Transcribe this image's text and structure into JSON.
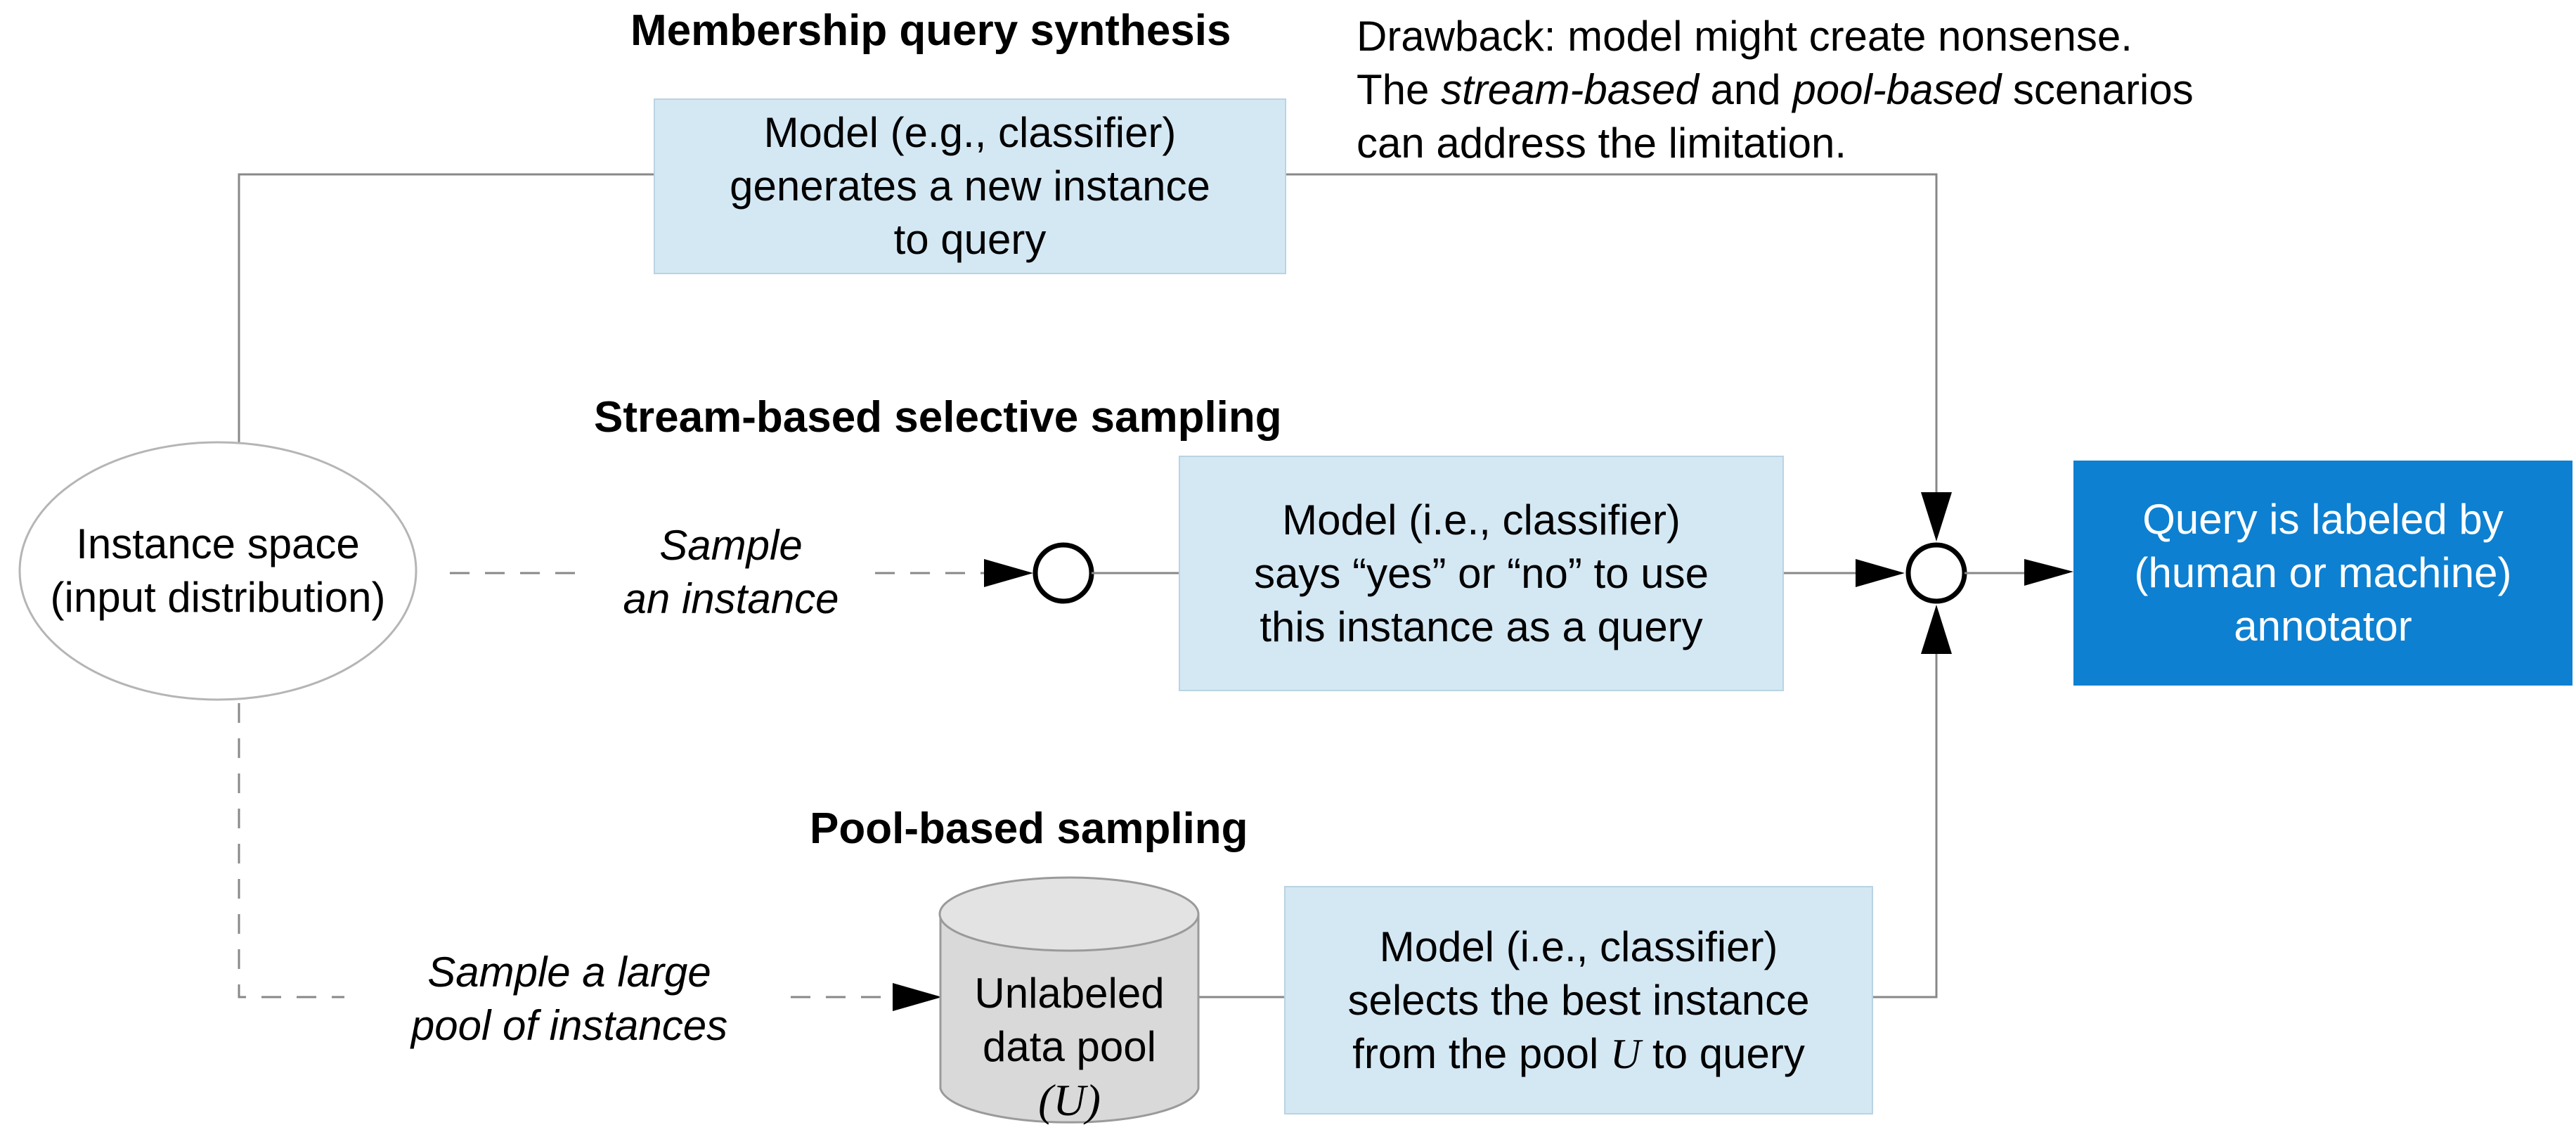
{
  "membership": {
    "heading": "Membership query synthesis",
    "box_lines": [
      "Model (e.g., classifier)",
      "generates a new instance",
      "to query"
    ]
  },
  "drawback": {
    "line1": "Drawback: model might create nonsense.",
    "line2_pre": "The ",
    "line2_em1": "stream-based",
    "line2_mid": " and ",
    "line2_em2": "pool-based",
    "line2_post": " scenarios",
    "line3": "can address the limitation."
  },
  "stream": {
    "heading": "Stream-based selective sampling",
    "sample_lines": [
      "Sample",
      "an instance"
    ],
    "box_lines": [
      "Model (i.e., classifier)",
      "says “yes” or “no” to use",
      "this instance as a query"
    ]
  },
  "instance_space": {
    "lines": [
      "Instance space",
      "(input distribution)"
    ]
  },
  "annotator": {
    "lines": [
      "Query is labeled by",
      "(human or machine)",
      "annotator"
    ],
    "color": "#0d80d1"
  },
  "pool": {
    "heading": "Pool-based sampling",
    "sample_lines": [
      "Sample a large",
      "pool of instances"
    ],
    "cylinder_lines": [
      "Unlabeled",
      "data pool",
      "(U)"
    ],
    "box_line1": "Model (i.e., classifier)",
    "box_line2": "selects the best instance",
    "box_line3_pre": "from the pool ",
    "box_line3_var": "U",
    "box_line3_post": " to query"
  },
  "colors": {
    "box_fill": "#d4e8f4",
    "annotator_fill": "#0d80d1",
    "cylinder_fill": "#d9d9d9",
    "line": "#888888"
  }
}
